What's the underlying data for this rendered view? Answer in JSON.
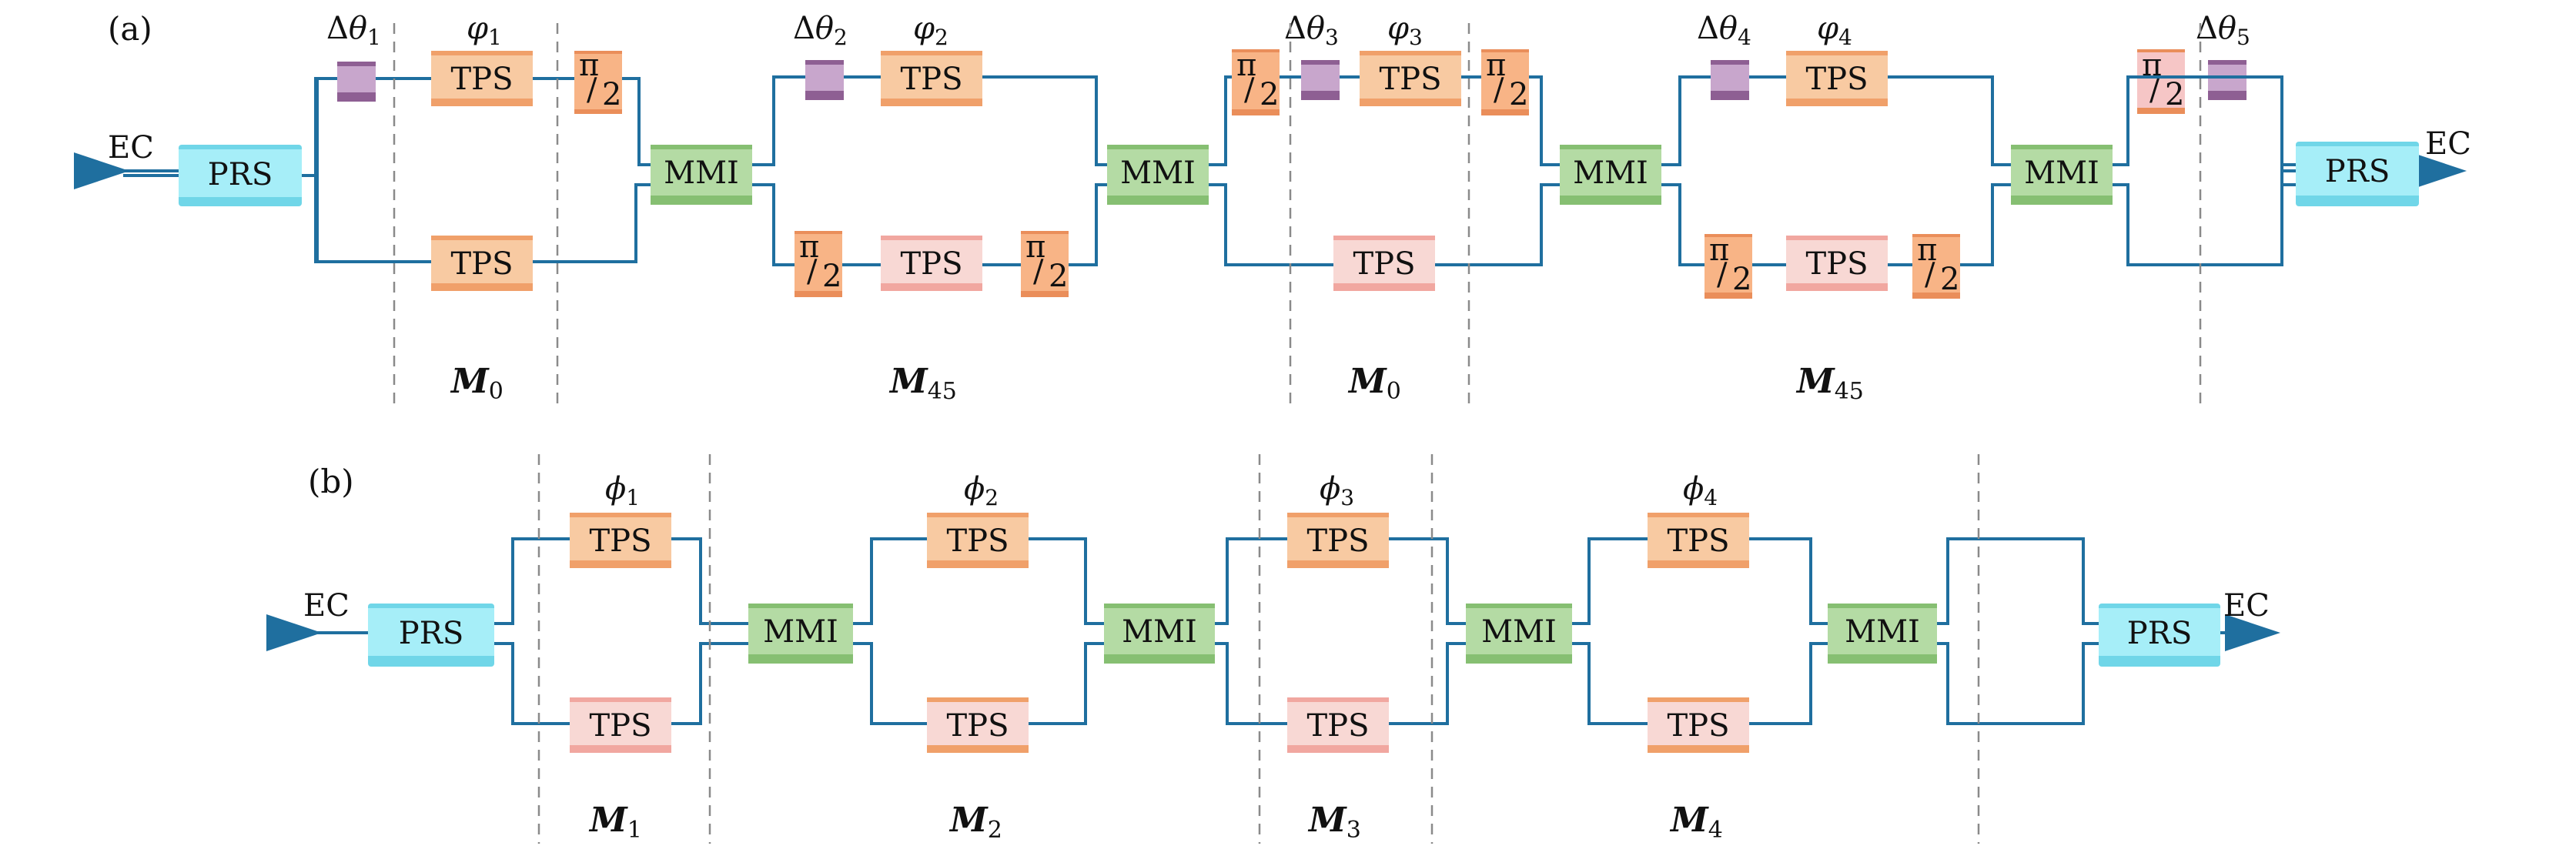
{
  "panels": {
    "a": {
      "label": "(a)"
    },
    "b": {
      "label": "(b)"
    }
  },
  "components": {
    "ec": "EC",
    "prs": "PRS",
    "tps": "TPS",
    "mmi": "MMI",
    "half_wave": {
      "numerator": "π",
      "slash": "/",
      "denominator": "2"
    }
  },
  "symbols": {
    "delta": "Δ",
    "theta": "θ",
    "varphi": "φ",
    "phi": "ϕ",
    "indices_a_theta": [
      "1",
      "2",
      "3",
      "4",
      "5"
    ],
    "indices_a_varphi": [
      "1",
      "2",
      "3",
      "4"
    ],
    "indices_b_phi": [
      "1",
      "2",
      "3",
      "4"
    ]
  },
  "matrix_labels": {
    "base": "M",
    "panel_a": [
      "0",
      "45",
      "0",
      "45"
    ],
    "panel_b": [
      "1",
      "2",
      "3",
      "4"
    ]
  },
  "colors": {
    "waveguide": "#1f6f9f",
    "tps": "#f8caa2",
    "mmi": "#b4dba4",
    "prs": "#a6eef8",
    "half_wave_plate": "#f8b486",
    "phase_shifter": "#c8a6cc",
    "divider": "#8a8a8a"
  }
}
